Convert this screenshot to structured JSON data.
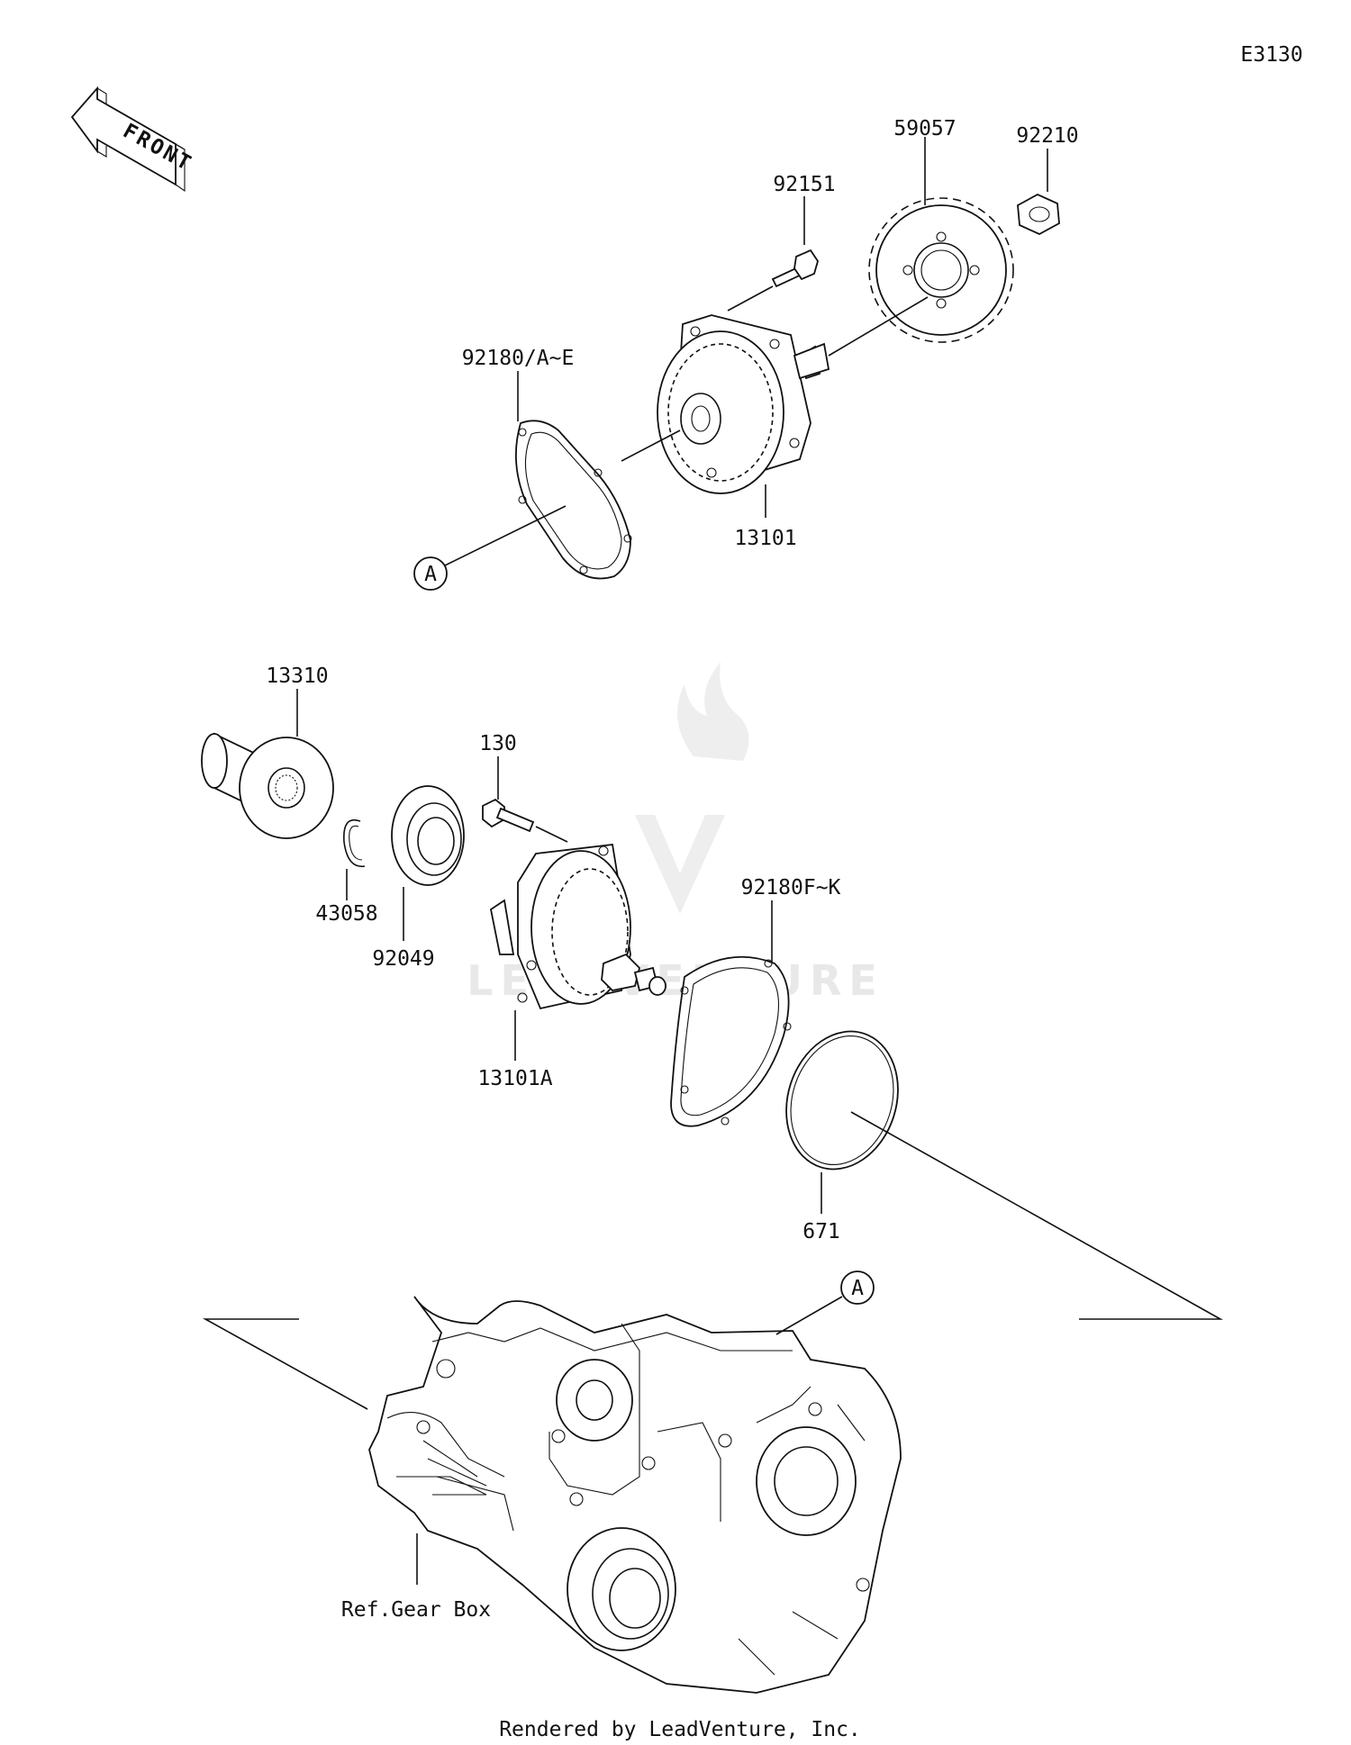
{
  "diagram_id": "E3130",
  "front_arrow_label": "FRONT",
  "footer": "Rendered by LeadVenture, Inc.",
  "watermark": "LEADVENTURE",
  "ref_label": "Ref.Gear Box",
  "callout_letter": "A",
  "parts": [
    {
      "id": "59057"
    },
    {
      "id": "92210"
    },
    {
      "id": "92151"
    },
    {
      "id": "92180/A~E"
    },
    {
      "id": "13101"
    },
    {
      "id": "13310"
    },
    {
      "id": "130"
    },
    {
      "id": "43058"
    },
    {
      "id": "92049"
    },
    {
      "id": "92180F~K"
    },
    {
      "id": "13101A"
    },
    {
      "id": "671"
    }
  ]
}
